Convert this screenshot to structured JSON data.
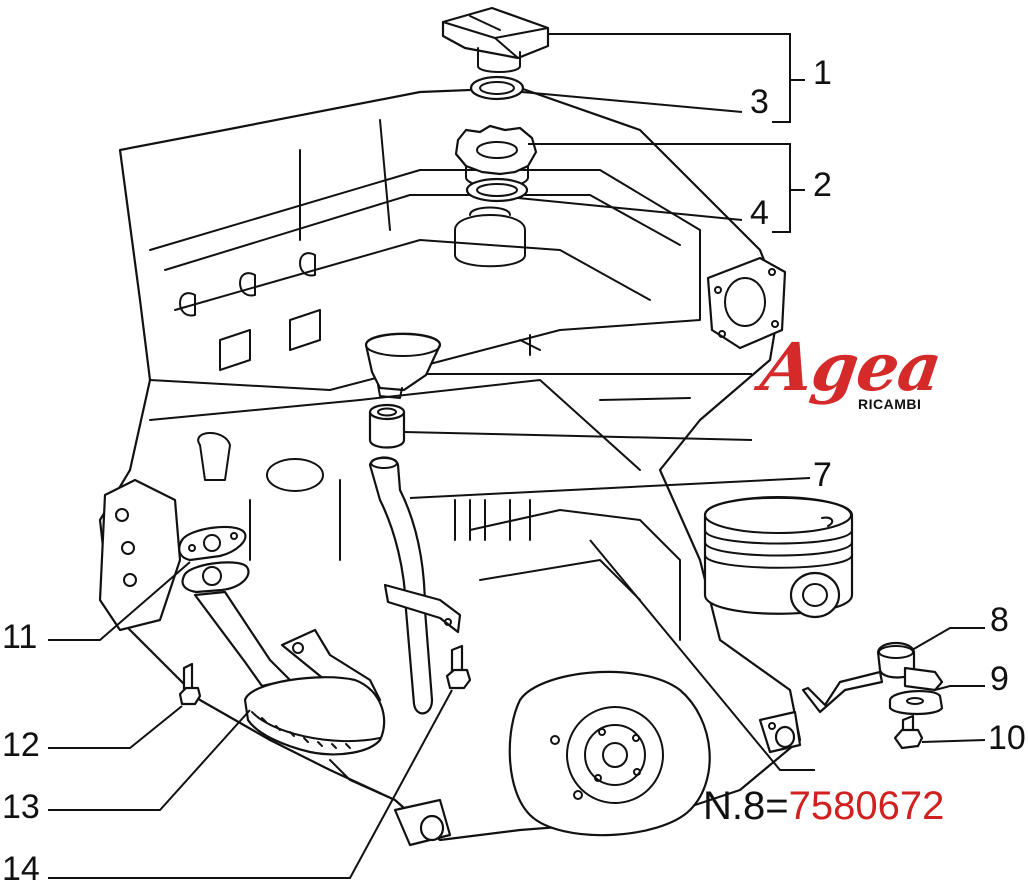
{
  "callouts": [
    {
      "number": "1"
    },
    {
      "number": "2"
    },
    {
      "number": "3"
    },
    {
      "number": "4"
    },
    {
      "number": "7"
    },
    {
      "number": "8"
    },
    {
      "number": "9"
    },
    {
      "number": "10"
    },
    {
      "number": "11"
    },
    {
      "number": "12"
    },
    {
      "number": "13"
    },
    {
      "number": "14"
    }
  ],
  "watermark": {
    "brand": "Agea",
    "subtitle": "RICAMBI",
    "color": "#d42a2a"
  },
  "note": {
    "prefix": "N.8=",
    "part_number": "7580672",
    "part_number_color": "#d02020"
  }
}
